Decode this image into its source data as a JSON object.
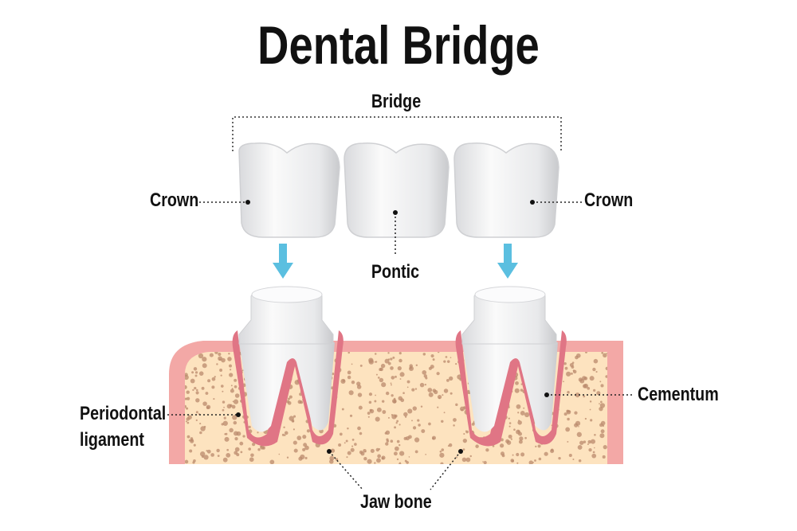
{
  "title": "Dental Bridge",
  "labels": {
    "bridge": "Bridge",
    "crown_left": "Crown",
    "crown_right": "Crown",
    "pontic": "Pontic",
    "cementum": "Cementum",
    "periodontal_1": "Periodontal",
    "periodontal_2": "ligament",
    "jaw_bone": "Jaw bone"
  },
  "colors": {
    "arrow": "#5bbfe0",
    "gum": "#f3a8a6",
    "gum_dark": "#e07585",
    "bone": "#fde3bf",
    "bone_spot": "#b98a6c",
    "tooth": "#f2f2f4"
  }
}
